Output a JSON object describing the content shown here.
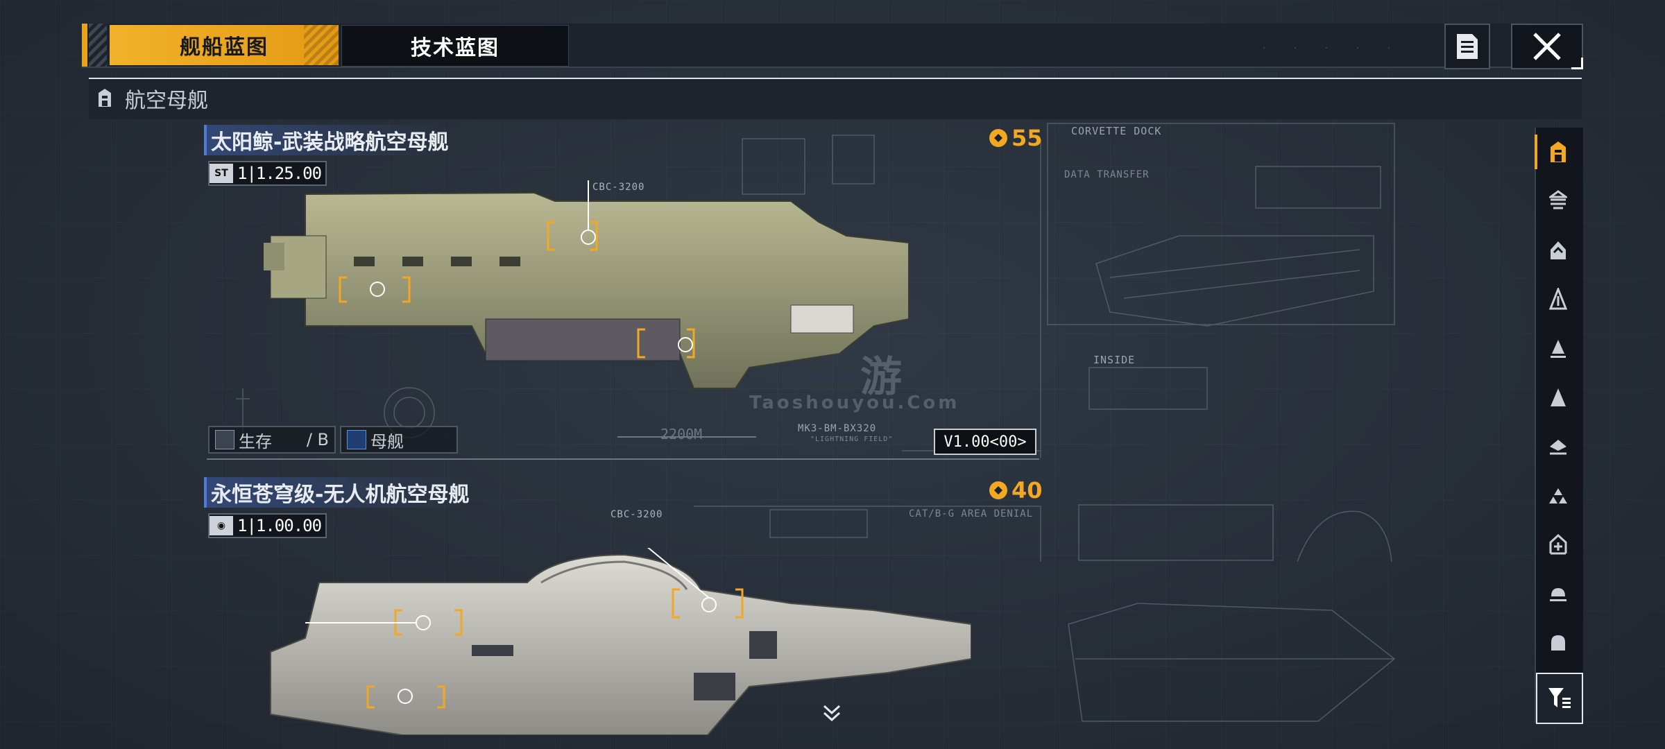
{
  "tabs": [
    {
      "label": "舰船蓝图",
      "active": true
    },
    {
      "label": "技术蓝图",
      "active": false
    }
  ],
  "category": {
    "label": "航空母舰",
    "icon": "carrier-icon"
  },
  "ships": [
    {
      "name": "太阳鲸-武装战略航空母舰",
      "tag_value": "1|1.25.00",
      "cost": "55",
      "status_survival": "生存",
      "status_slot": "/ B",
      "status_type": "母舰",
      "version": "V1.00<00>",
      "scale_label": "2200M",
      "callout": "CBC-3200",
      "mark_label": "MK3-BM-BX320",
      "mark_sub": "\"LIGHTNING FIELD\""
    },
    {
      "name": "永恒苍穹级-无人机航空母舰",
      "tag_value": "1|1.00.00",
      "cost": "40",
      "callout": "CBC-3200"
    }
  ],
  "blueprint_labels": [
    "CORVETTE DOCK",
    "DATA TRANSFER",
    "INSIDE",
    "CAT/B-G AREA DENIAL"
  ],
  "watermark": {
    "line1": "游",
    "line2": "Taoshouyou.Com"
  },
  "side_nav": [
    "carrier-icon",
    "cruiser-icon",
    "battlecruiser-icon",
    "destroyer-icon",
    "frigate-icon",
    "corvette-icon",
    "fighter-icon",
    "aircraft-icon",
    "support-icon",
    "auxiliary-icon",
    "utility-icon"
  ],
  "colors": {
    "accent": "#f2a823",
    "panel": "#1d232c",
    "name_bar": "#3e5eaa"
  }
}
